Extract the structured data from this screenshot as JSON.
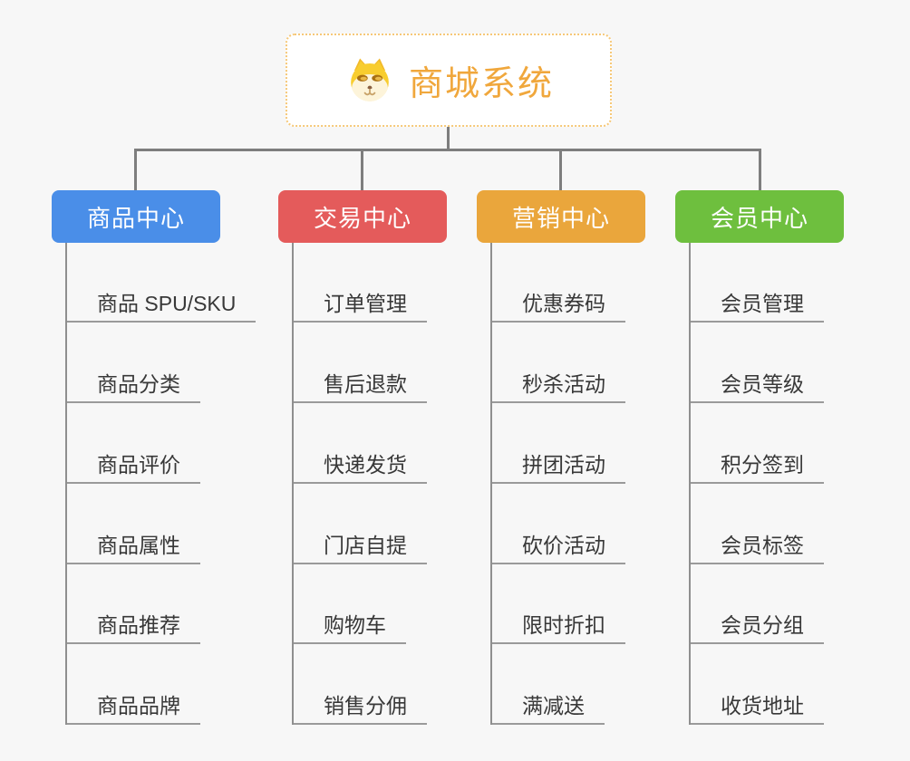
{
  "root": {
    "title": "商城系统",
    "icon": "dog-face-icon"
  },
  "branches": [
    {
      "label": "商品中心",
      "color": "#4a8ee8",
      "items": [
        "商品 SPU/SKU",
        "商品分类",
        "商品评价",
        "商品属性",
        "商品推荐",
        "商品品牌"
      ]
    },
    {
      "label": "交易中心",
      "color": "#e45b5b",
      "items": [
        "订单管理",
        "售后退款",
        "快递发货",
        "门店自提",
        "购物车",
        "销售分佣"
      ]
    },
    {
      "label": "营销中心",
      "color": "#eaa63c",
      "items": [
        "优惠券码",
        "秒杀活动",
        "拼团活动",
        "砍价活动",
        "限时折扣",
        "满减送"
      ]
    },
    {
      "label": "会员中心",
      "color": "#6ebf3e",
      "items": [
        "会员管理",
        "会员等级",
        "积分签到",
        "会员标签",
        "会员分组",
        "收货地址"
      ]
    }
  ],
  "colors": {
    "background": "#f7f7f7",
    "root_border": "#f6c878",
    "root_text": "#f0a73c",
    "connector": "#7e7e7e",
    "leaf_line": "#9a9a9a",
    "leaf_text": "#383838"
  }
}
